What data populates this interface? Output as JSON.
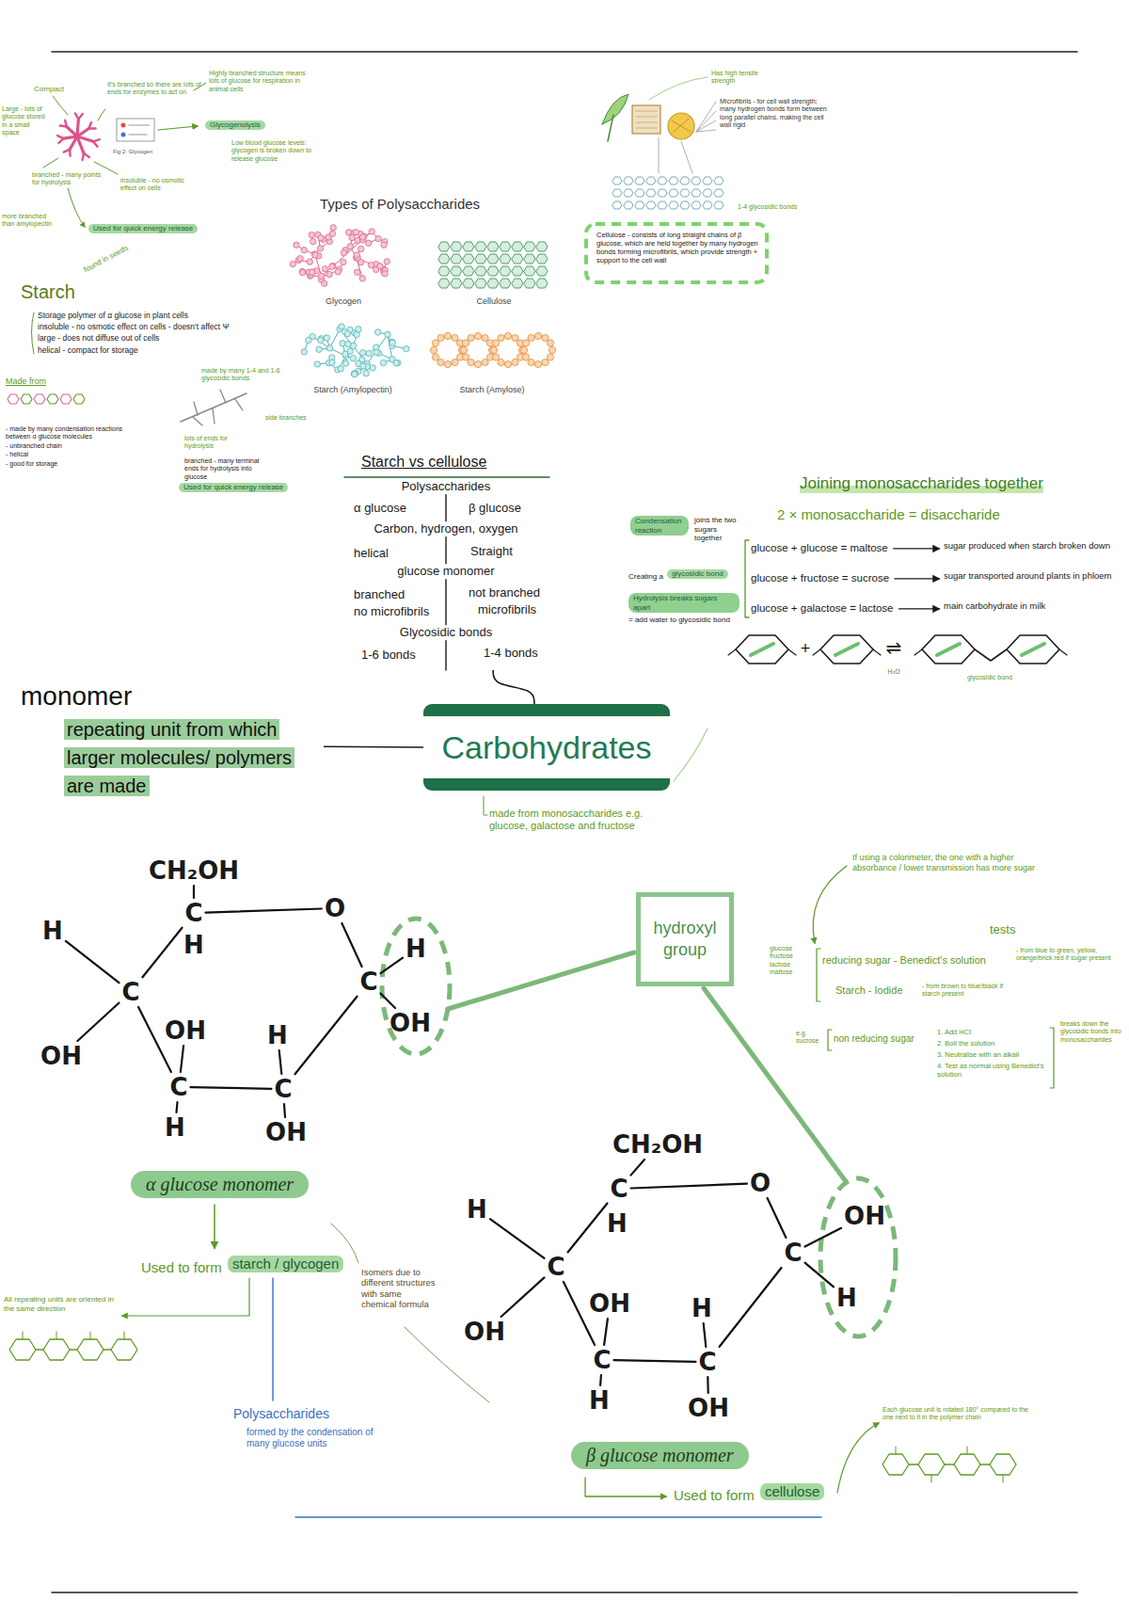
{
  "diagram": {
    "nodes": [
      {
        "text": [
          "Carbohydrates"
        ]
      },
      {
        "text": [
          "monomer",
          "repeating unit from which larger molecules/ polymers are made"
        ]
      },
      {
        "text": [
          "Starch vs cellulose"
        ]
      },
      {
        "text": [
          "hydroxyl group"
        ]
      },
      {
        "text": [
          "α glucose monomer"
        ]
      },
      {
        "text": [
          "β glucose monomer"
        ]
      }
    ],
    "edges": [
      {
        "from": 1,
        "to": 0,
        "arrow": "none"
      },
      {
        "from": 0,
        "to": 2,
        "arrow": "none"
      }
    ],
    "labels": [
      "Compact",
      "It's branched so there are lots of ends for enzymes to act on",
      "Highly branched structure means lots of glucose for respiration in animal cells",
      "Large - lots of glucose stored in a small space",
      "Glycogenolysis",
      "Low blood glucose levels: glycogen is broken down to release glucose",
      "Fig 2: Glycogen",
      "branched - many points for hydrolysis",
      "insoluble - no osmotic effect on cells",
      "more branched than amylopectin",
      "Used for quick energy release",
      "found in seeds",
      "Starch",
      "Storage polymer of α glucose in plant cells",
      "insoluble - no osmotic effect on cells - doesn't affect Ψ",
      "large - does not diffuse out of cells",
      "helical - compact for storage",
      "Made from",
      "- made by many condensation reactions between α glucose molecules",
      "- unbranched chain",
      "- helical",
      "- good for storage",
      "made by many 1-4 and 1-6 glycosidic bonds",
      "side branches",
      "lots of ends for hydrolysis",
      "branched - many terminal ends for hydrolysis into glucose",
      "Used for quick energy release",
      "Types of Polysaccharides",
      "Glycogen",
      "Cellulose",
      "Starch (Amylopectin)",
      "Starch (Amylose)",
      "Has high tensile strength",
      "Microfibrils - for cell wall strength; many hydrogen bonds form between long parallel chains, making the cell wall rigid",
      "1-4 glycosidic bonds",
      "Cellulose - consists of long straight chains of β glucose, which are held together by many hydrogen bonds forming microfibrils, which provide strength + support to the cell wall",
      "Polysaccharides",
      "α glucose",
      "β glucose",
      "Carbon, hydrogen, oxygen",
      "helical",
      "Straight",
      "glucose monomer",
      "branched",
      "not branched",
      "no microfibrils",
      "microfibrils",
      "Glycosidic bonds",
      "1-6 bonds",
      "1-4 bonds",
      "Joining monosaccharides together",
      "2 × monosaccharide = disaccharide",
      "Condensation reaction",
      "joins the two sugars together",
      "Creating a",
      "glycosidic bond",
      "Hydrolysis breaks sugars apart",
      "= add water to glycosidic bond",
      "glucose + glucose = maltose",
      "sugar produced when starch broken down",
      "glucose + fructose = sucrose",
      "sugar transported around plants in phloem",
      "glucose + galactose = lactose",
      "main carbohydrate in milk",
      "+",
      "⇌",
      "H₂O",
      "glycosidic bond",
      "made from monosaccharides e.g. glucose, galactose and fructose",
      "If using a colorimeter, the one with a higher absorbance / lower transmission has more sugar",
      "tests",
      "glucose fructose lactose maltose",
      "reducing sugar - Benedict's solution",
      "- from blue to green, yellow, orange/brick red if sugar present",
      "Starch - Iodide",
      "- from brown to blue/black if starch present",
      "e.g. sucrose",
      "non reducing sugar",
      "1. Add HCl",
      "2. Boil the solution",
      "3. Neutralise with an alkali",
      "4. Test as normal using Benedict's solution",
      "breaks down the glycosidic bonds into monosaccharides",
      "CH₂OH",
      "C",
      "H",
      "O",
      "H",
      "C",
      "H",
      "C",
      "OH",
      "OH",
      "OH",
      "H",
      "C",
      "C",
      "H",
      "OH",
      "Used to form",
      "starch / glycogen",
      "All repeating units are oriented in the same direction",
      "Isomers due to different structures with same chemical formula",
      "Polysaccharides",
      "formed by the condensation of many glucose units",
      "CH₂OH",
      "C",
      "H",
      "O",
      "H",
      "OH",
      "C",
      "C",
      "H",
      "OH",
      "H",
      "OH",
      "C",
      "C",
      "H",
      "OH",
      "Each glucose unit is rotated 180° compared to the one next to it in the polymer chain",
      "Used to form",
      "cellulose"
    ]
  }
}
